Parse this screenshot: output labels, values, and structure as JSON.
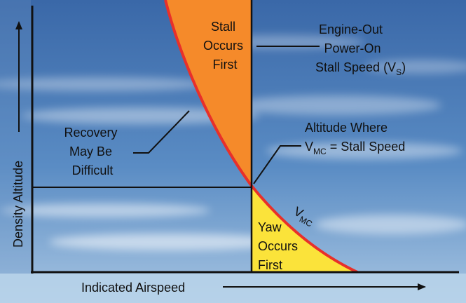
{
  "labels": {
    "stall_first": [
      "Stall",
      "Occurs",
      "First"
    ],
    "engine_out": [
      "Engine-Out",
      "Power-On",
      "Stall Speed (V"
    ],
    "engine_out_sub": "S",
    "engine_out_close": ")",
    "recovery": [
      "Recovery",
      "May Be",
      "Difficult"
    ],
    "altitude_where": "Altitude  Where",
    "vmc_line_v": "V",
    "vmc_line_sub": "MC",
    "vmc_line_rest": " = Stall Speed",
    "vmc_curve_v": "V",
    "vmc_curve_sub": "MC",
    "yaw_first": [
      "Yaw",
      "Occurs",
      "First"
    ],
    "x_axis": "Indicated Airspeed",
    "y_axis": "Density Altitude"
  },
  "colors": {
    "stall_region": "#f58a2a",
    "yaw_region": "#fbe33a",
    "vmc_curve": "#e8302a",
    "frame": "#111111",
    "sky_top": "#3f6fae",
    "sky_bottom": "#9cbddd"
  }
}
